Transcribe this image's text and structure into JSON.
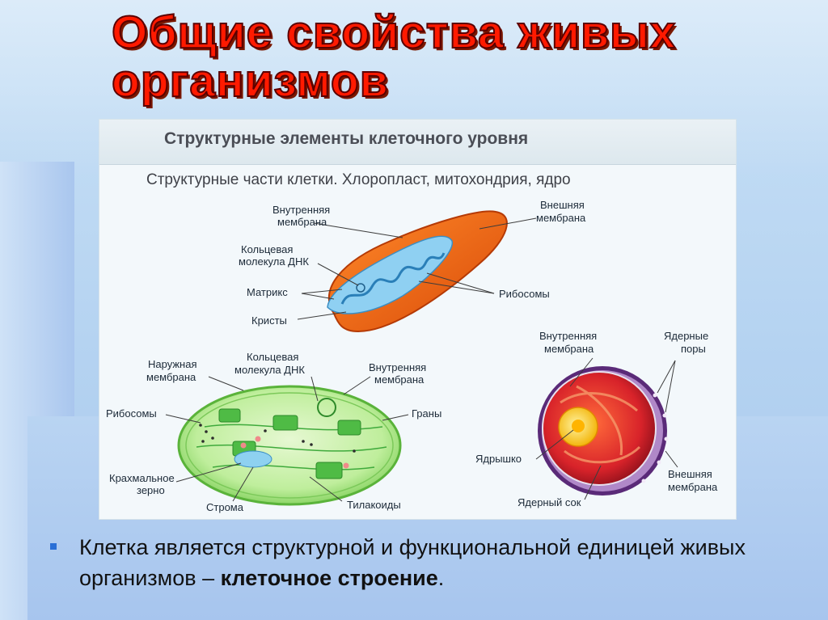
{
  "slide": {
    "title_line1": "Общие свойства живых",
    "title_line2": "организмов"
  },
  "figure": {
    "header": "Структурные элементы клеточного уровня",
    "subtitle": "Структурные части клетки. Хлоропласт, митохондрия, ядро"
  },
  "mitochondrion": {
    "inner_membrane": [
      "Внутренняя",
      "мембрана"
    ],
    "outer_membrane": [
      "Внешняя",
      "мембрана"
    ],
    "circular_dna": [
      "Кольцевая",
      "молекула ДНК"
    ],
    "matrix": "Матрикс",
    "ribosomes": "Рибосомы",
    "cristae": "Кристы"
  },
  "chloroplast": {
    "outer_membrane": [
      "Наружная",
      "мембрана"
    ],
    "circular_dna": [
      "Кольцевая",
      "молекула ДНК"
    ],
    "inner_membrane": [
      "Внутренняя",
      "мембрана"
    ],
    "ribosomes": "Рибосомы",
    "grana": "Граны",
    "starch_grain": [
      "Крахмальное",
      "зерно"
    ],
    "stroma": "Строма",
    "thylakoids": "Тилакоиды"
  },
  "nucleus": {
    "inner_membrane": [
      "Внутренняя",
      "мембрана"
    ],
    "nuclear_pores": [
      "Ядерные",
      "поры"
    ],
    "nucleolus": "Ядрышко",
    "outer_membrane": [
      "Внешняя",
      "мембрана"
    ],
    "nuclear_sap": "Ядерный сок"
  },
  "body": {
    "text_plain": "Клетка является структурной и функциональной единицей живых организмов – ",
    "text_bold": "клеточное строение",
    "text_end": "."
  },
  "colors": {
    "title": "#ff1a00",
    "bullet": "#2a6fd6",
    "mito_outer": "#f0620f",
    "mito_inner": "#6fb9e6",
    "chloroplast": "#9fe27a",
    "grana": "#3faa3c",
    "nucleus_outer": "#d8232a",
    "nucleolus": "#ffd21f"
  }
}
